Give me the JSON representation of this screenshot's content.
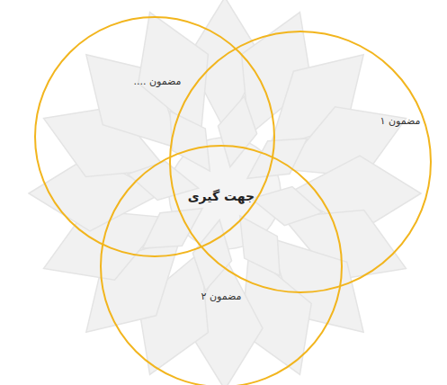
{
  "diagram": {
    "nodes": [
      {
        "text": [
          "مضمون ۱"
        ]
      },
      {
        "text": [
          "مضمون ۲"
        ]
      },
      {
        "text": [
          "مضمون ...."
        ]
      }
    ],
    "labels": [
      "جهت گیری"
    ]
  }
}
